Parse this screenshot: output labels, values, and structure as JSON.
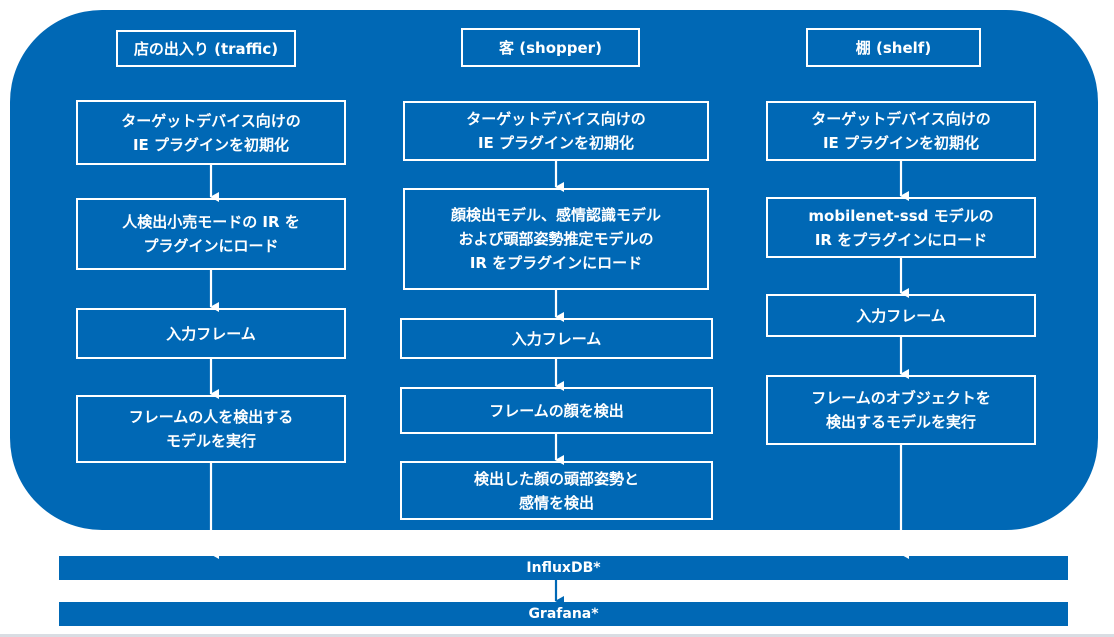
{
  "columns": [
    {
      "title": "店の出入り (traffic)",
      "steps": [
        "ターゲットデバイス向けの\nIE プラグインを初期化",
        "人検出小売モードの IR を\nプラグインにロード",
        "入力フレーム",
        "フレームの人を検出する\nモデルを実行"
      ]
    },
    {
      "title": "客 (shopper)",
      "steps": [
        "ターゲットデバイス向けの\nIE プラグインを初期化",
        "顔検出モデル、感情認識モデル\nおよび頭部姿勢推定モデルの\nIR をプラグインにロード",
        "入力フレーム",
        "フレームの顔を検出",
        "検出した顔の頭部姿勢と\n感情を検出"
      ]
    },
    {
      "title": "棚 (shelf)",
      "steps": [
        "ターゲットデバイス向けの\nIE プラグインを初期化",
        "mobilenet-ssd モデルの\nIR をプラグインにロード",
        "入力フレーム",
        "フレームのオブジェクトを\n検出するモデルを実行"
      ]
    }
  ],
  "sinks": {
    "influx": "InfluxDB*",
    "grafana": "Grafana*"
  },
  "colors": {
    "primary": "#0068b5",
    "line": "#ffffff"
  }
}
